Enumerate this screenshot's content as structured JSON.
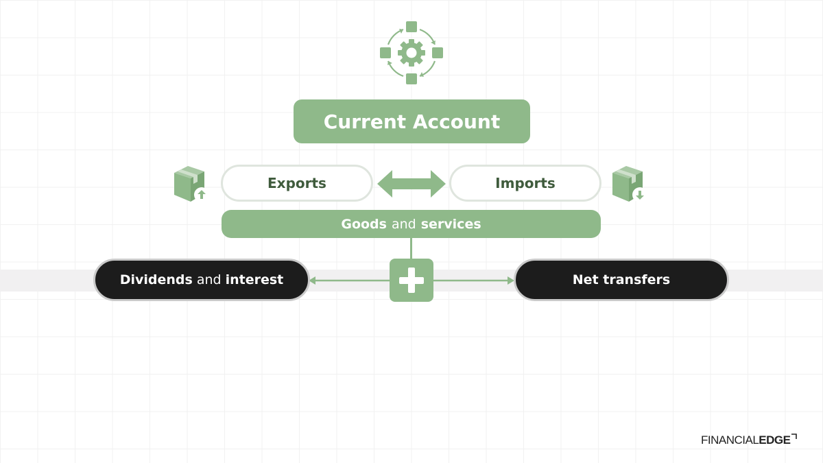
{
  "diagram": {
    "title": "Current Account",
    "exports_label": "Exports",
    "imports_label": "Imports",
    "goods": {
      "bold1": "Goods",
      "normal": "and",
      "bold2": "services"
    },
    "dividends": {
      "bold1": "Dividends",
      "normal": "and",
      "bold2": "interest"
    },
    "net_transfers": "Net transfers"
  },
  "logo": {
    "part1": "FINANCIAL",
    "part2": "EDGE"
  },
  "colors": {
    "green": "#8fb98a",
    "dark_green_text": "#3f5b3c",
    "dark_pill": "#1c1c1c",
    "background": "#ffffff"
  },
  "icons": [
    "cycle-gear-icon",
    "double-arrow-icon",
    "box-export-icon",
    "box-import-icon",
    "plus-icon"
  ]
}
